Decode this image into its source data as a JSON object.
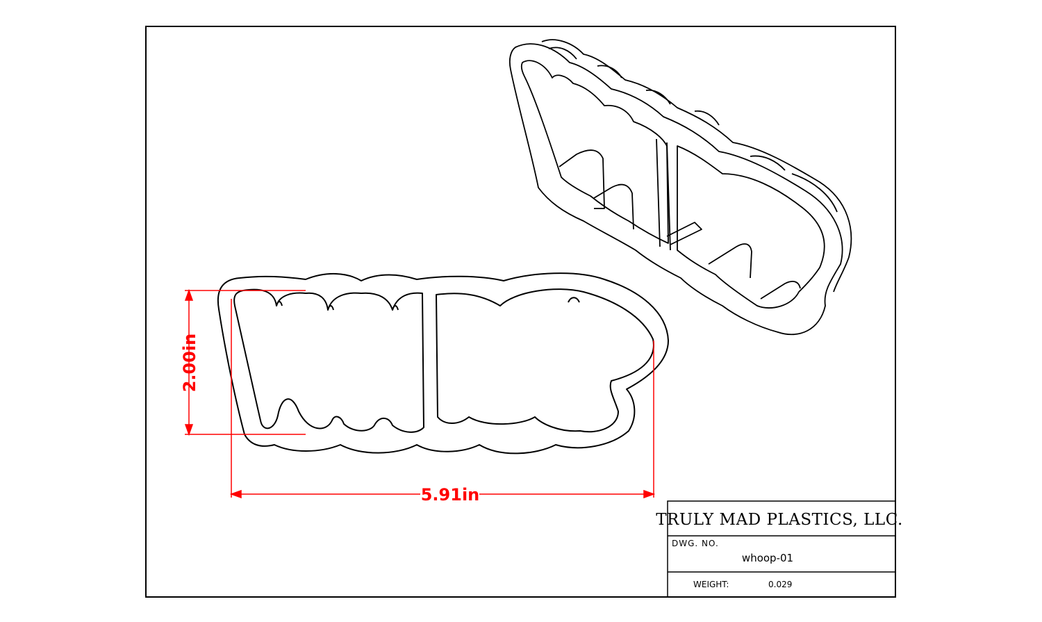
{
  "drawing": {
    "line_color": "#000000",
    "dimension_color": "#ff0000"
  },
  "dimensions": {
    "height": "2.00in",
    "width": "5.91in"
  },
  "title_block": {
    "company": "TRULY MAD PLASTICS, LLC.",
    "dwg_no_label": "DWG.  NO.",
    "dwg_no": "whoop-01",
    "weight_label": "WEIGHT:",
    "weight": "0.029"
  }
}
